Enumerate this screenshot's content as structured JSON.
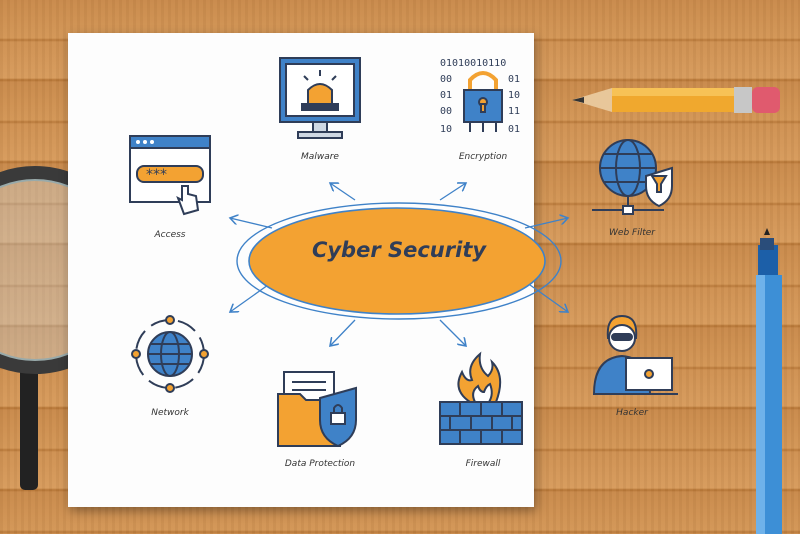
{
  "diagram": {
    "title": "Cyber Security",
    "nodes": [
      {
        "id": "malware",
        "label": "Malware",
        "icon": "monitor-alarm-icon"
      },
      {
        "id": "encryption",
        "label": "Encryption",
        "icon": "lock-binary-icon"
      },
      {
        "id": "web-filter",
        "label": "Web Filter",
        "icon": "globe-filter-icon"
      },
      {
        "id": "access",
        "label": "Access",
        "icon": "password-window-icon"
      },
      {
        "id": "network",
        "label": "Network",
        "icon": "globe-network-icon"
      },
      {
        "id": "data-protection",
        "label": "Data Protection",
        "icon": "folder-shield-icon"
      },
      {
        "id": "firewall",
        "label": "Firewall",
        "icon": "brick-wall-fire-icon"
      },
      {
        "id": "hacker",
        "label": "Hacker",
        "icon": "hacker-laptop-icon"
      }
    ]
  },
  "colors": {
    "accent": "#f5a623",
    "outline": "#2f3d58",
    "blue": "#3f82c8",
    "orange_fill": "#f2a33a"
  }
}
